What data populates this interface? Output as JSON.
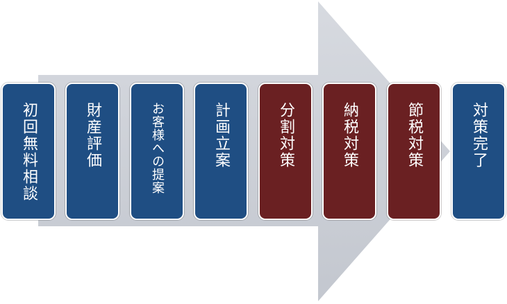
{
  "colors": {
    "arrow": "#cfd3da",
    "blue_step": "#1f4e83",
    "maroon_step": "#6a2022",
    "text": "#ffffff"
  },
  "steps": [
    {
      "label": "初回無料相談",
      "color": "blue"
    },
    {
      "label": "財産評価",
      "color": "blue"
    },
    {
      "label": "お客様への提案",
      "color": "blue"
    },
    {
      "label": "計画立案",
      "color": "blue"
    },
    {
      "label": "分割対策",
      "color": "maroon"
    },
    {
      "label": "納税対策",
      "color": "maroon"
    },
    {
      "label": "節税対策",
      "color": "maroon"
    },
    {
      "label": "対策完了",
      "color": "blue"
    }
  ]
}
